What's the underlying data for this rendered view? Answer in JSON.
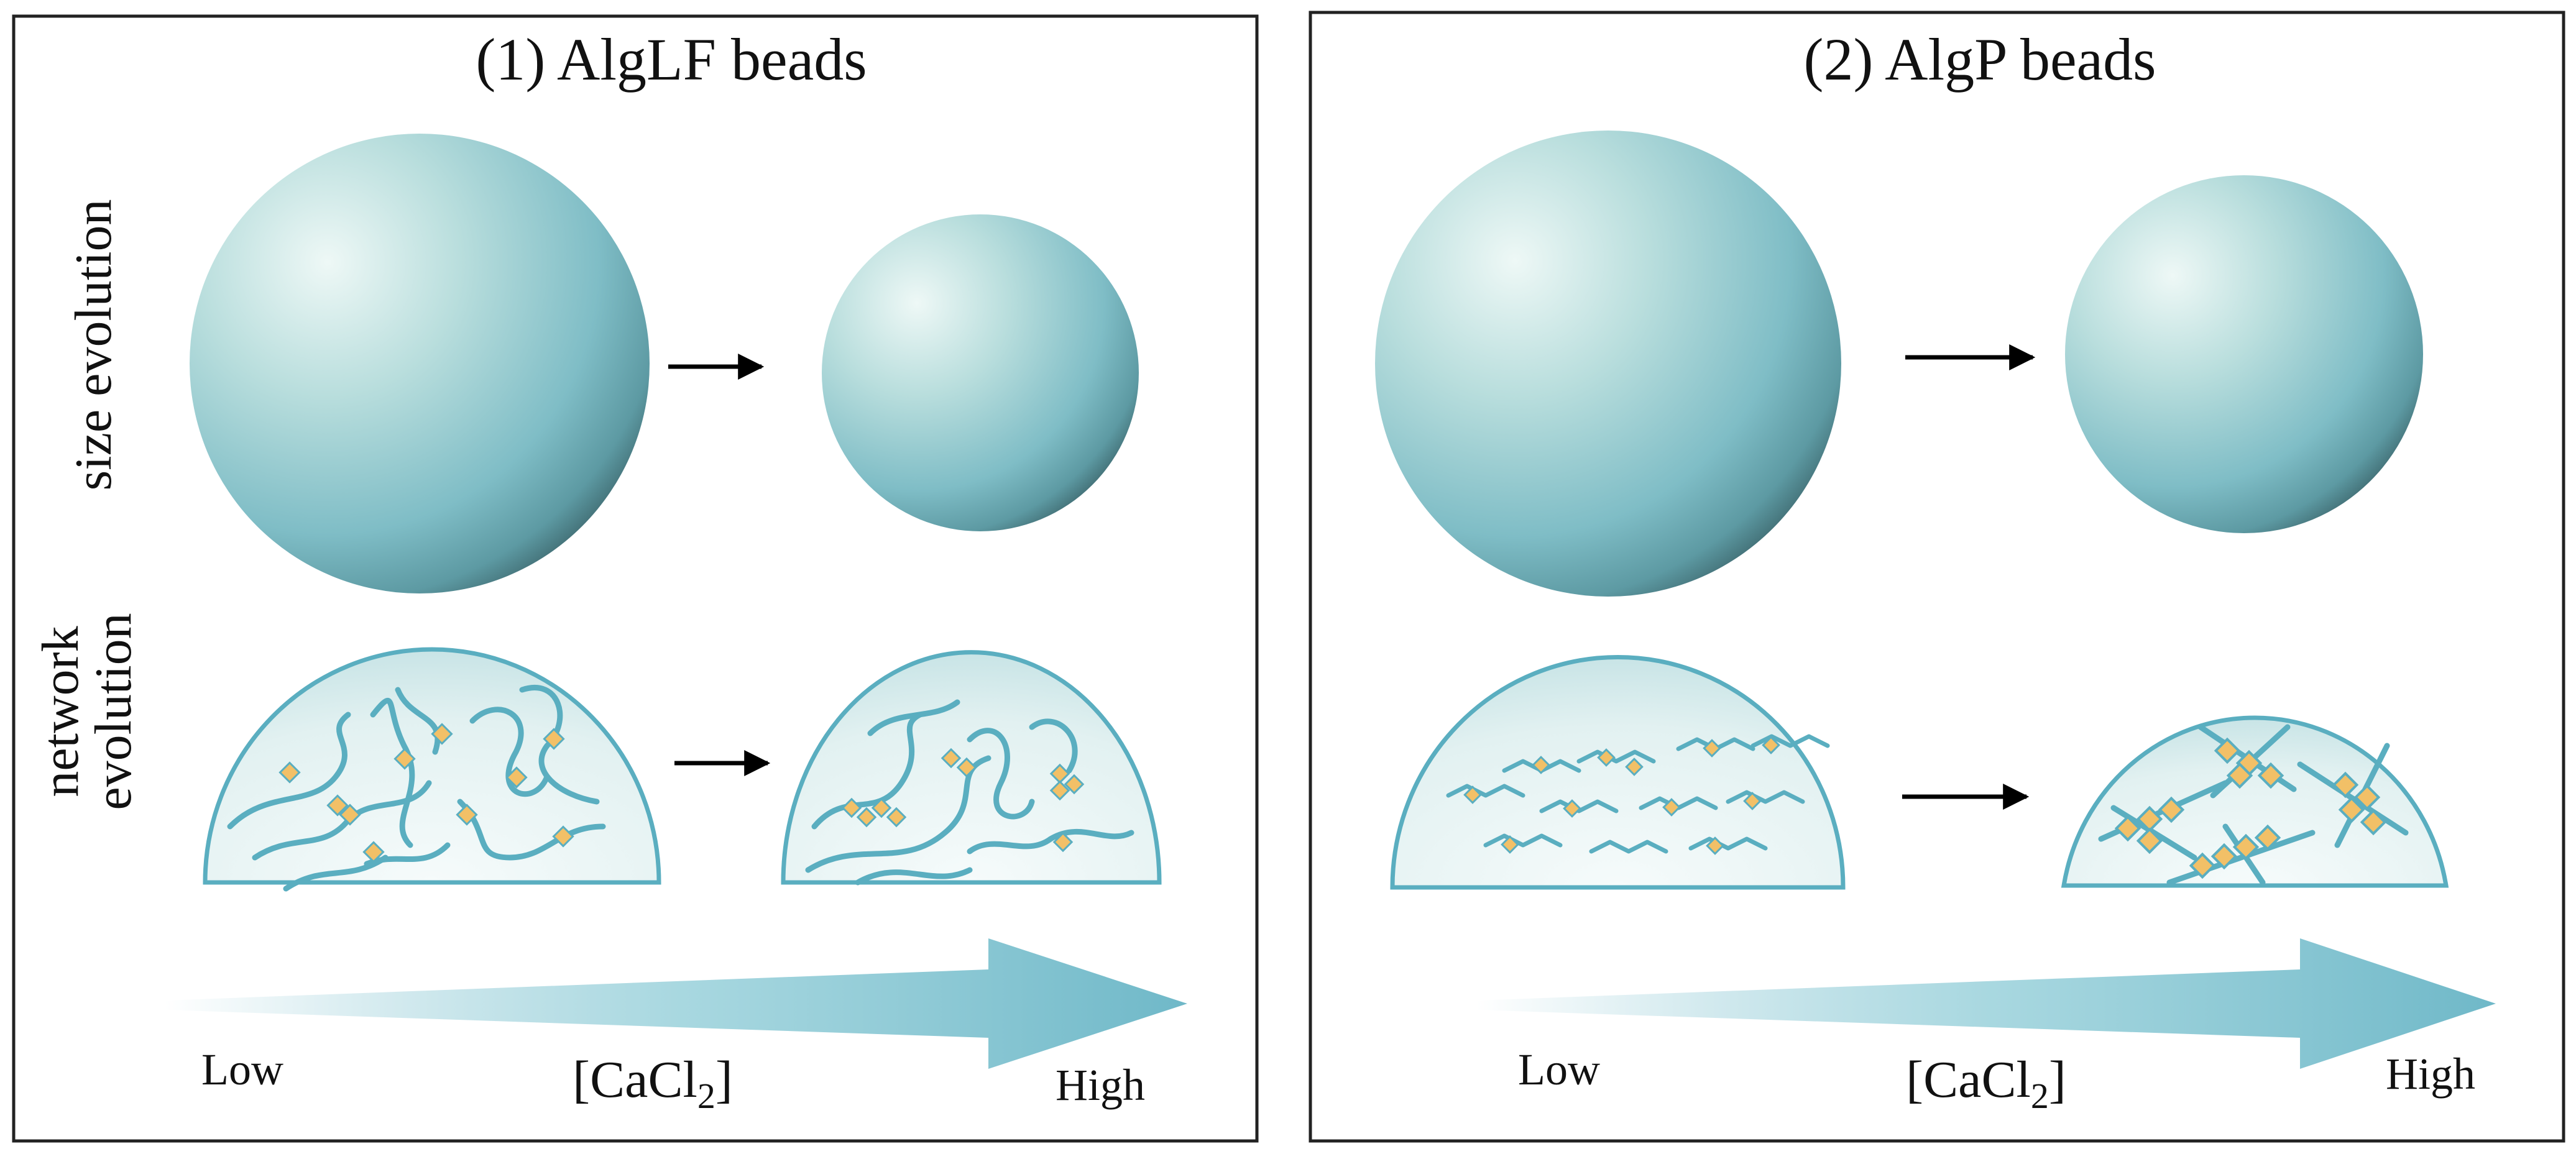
{
  "panels": [
    {
      "title": "(1) AlgLF beads",
      "row_labels": {
        "size": "size evolution",
        "network_line1": "network",
        "network_line2": "evolution"
      },
      "gradient": {
        "low": "Low",
        "reagent": "[CaCl",
        "reagent_subscript": "2",
        "reagent_close": "]",
        "high": "High"
      }
    },
    {
      "title": "(2) AlgP beads",
      "gradient": {
        "low": "Low",
        "reagent": "[CaCl",
        "reagent_subscript": "2",
        "reagent_close": "]",
        "high": "High"
      }
    }
  ],
  "colors": {
    "bead_light": "#e6f4f2",
    "bead_mid": "#8fc6cc",
    "bead_dark": "#3f6a70",
    "chain": "#5aaec0",
    "crosslink": "#f2c067",
    "arrow_gradient": "#6fb8c8",
    "frame": "#222222"
  }
}
